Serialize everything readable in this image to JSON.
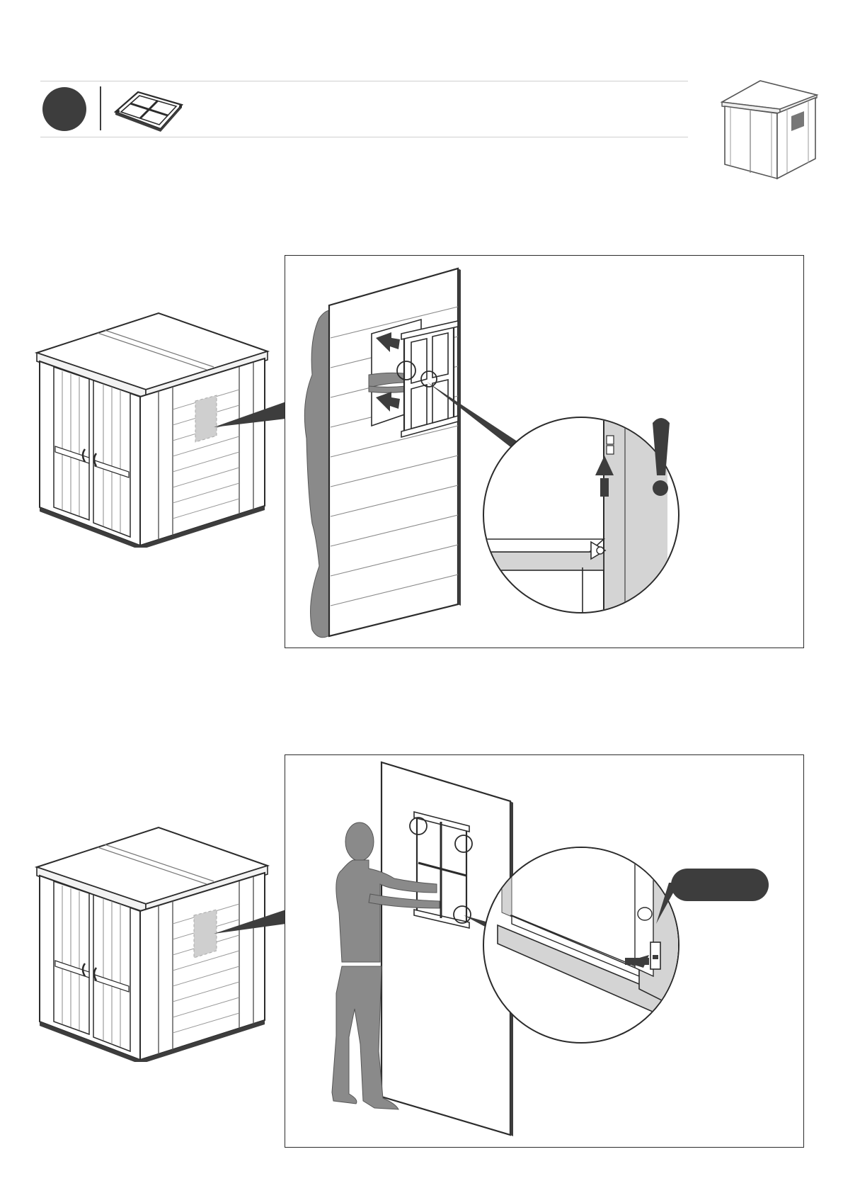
{
  "header": {
    "step_number": "",
    "part_icon": "window-frame-part-icon",
    "reference_icon": "shed-reference-icon"
  },
  "steps": [
    {
      "id": "step-a",
      "shed_highlight": "side-panel-window-area",
      "zoom_callout": "alignment-pin-detail",
      "warning_icon": "exclamation-icon",
      "arrow_icon": "arrow-up-icon"
    },
    {
      "id": "step-b",
      "shed_highlight": "side-panel-window-area",
      "zoom_callout": "clip-lock-detail",
      "callout_label": "",
      "arrow_icon": "arrow-right-icon"
    }
  ],
  "colors": {
    "ink": "#2b2b2b",
    "dark_fill": "#3d3d3d",
    "figure_gray": "#8a8a8a",
    "panel_gray": "#d4d4d4",
    "rule_gray": "#cfcfcf"
  }
}
